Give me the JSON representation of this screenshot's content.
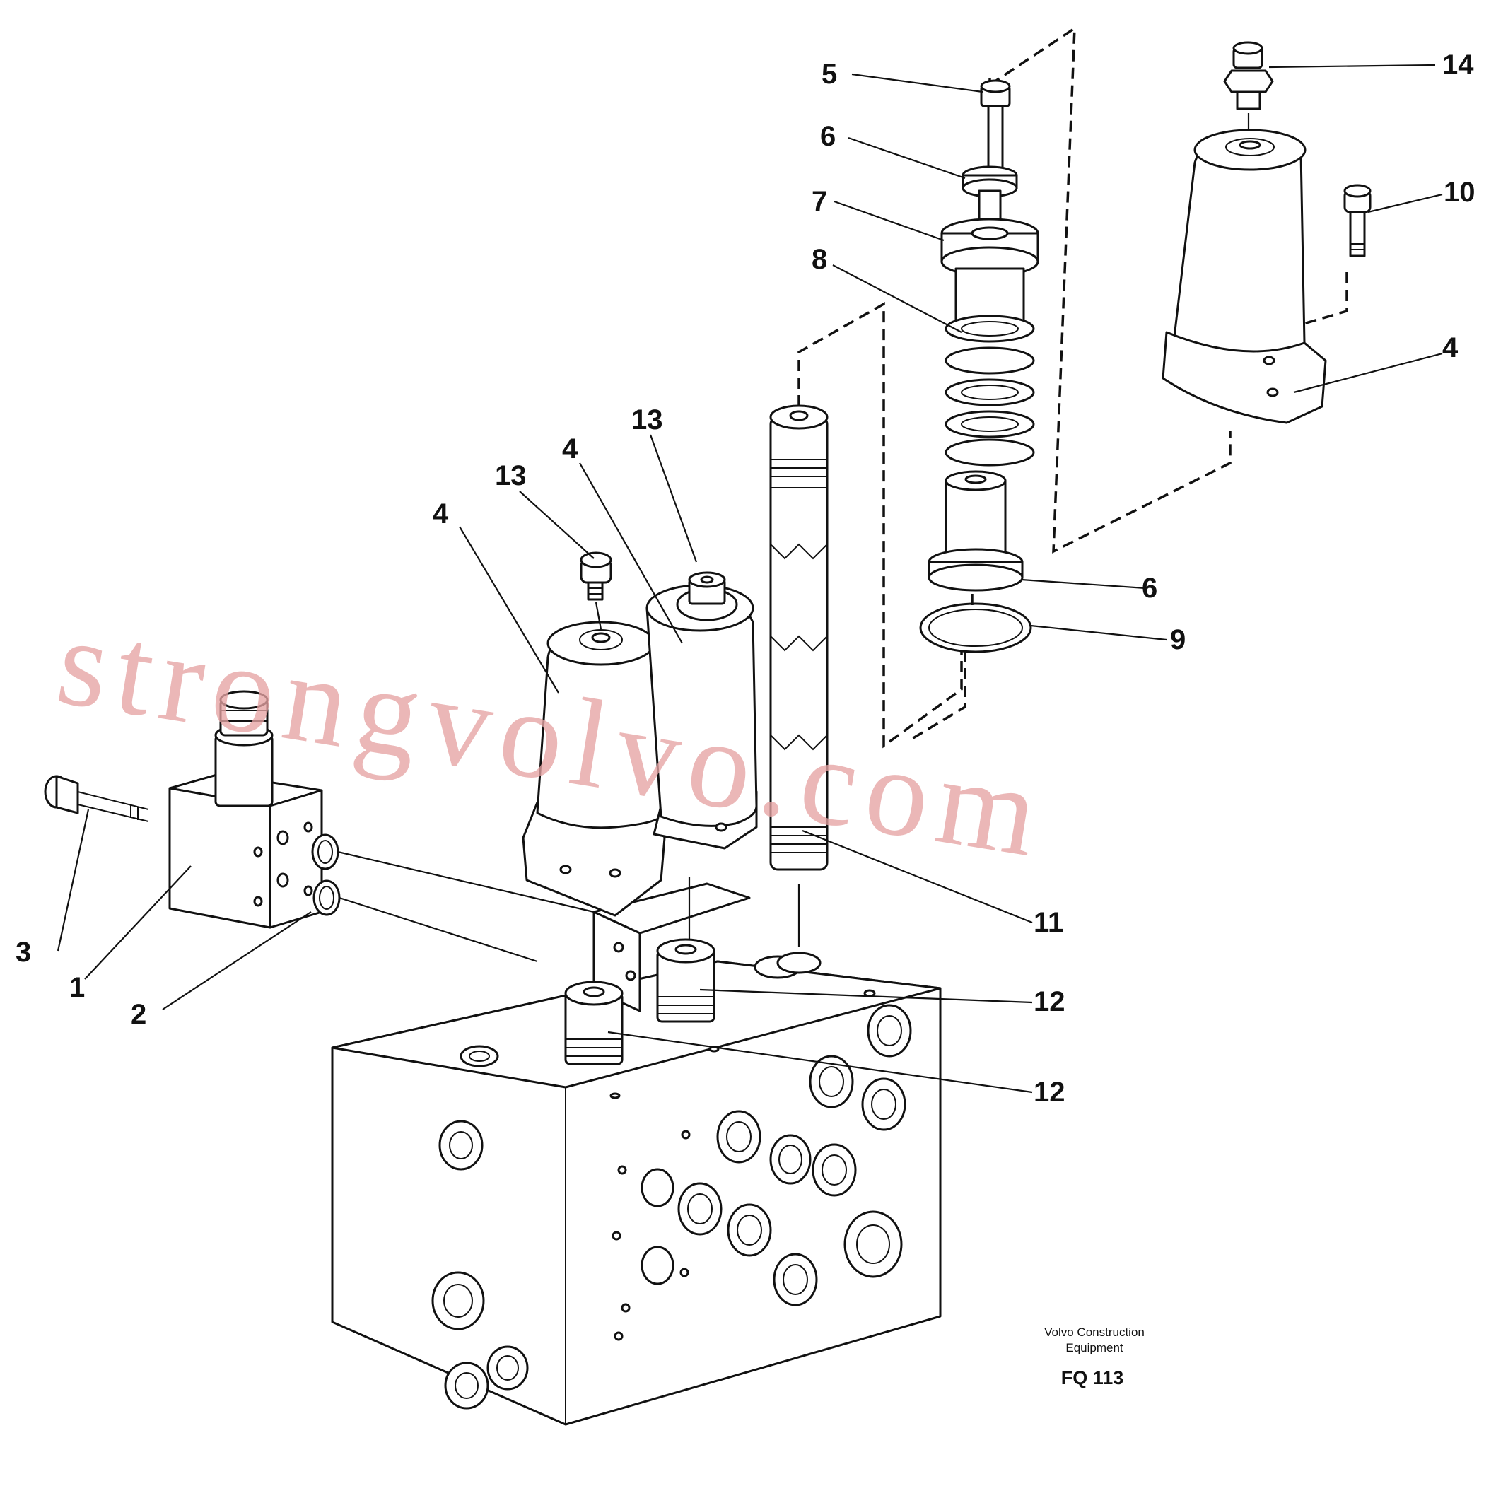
{
  "diagram": {
    "callouts": [
      {
        "id": "c1",
        "label": "1"
      },
      {
        "id": "c2",
        "label": "2"
      },
      {
        "id": "c3",
        "label": "3"
      },
      {
        "id": "c4a",
        "label": "4"
      },
      {
        "id": "c4b",
        "label": "4"
      },
      {
        "id": "c4c",
        "label": "4"
      },
      {
        "id": "c5",
        "label": "5"
      },
      {
        "id": "c6a",
        "label": "6"
      },
      {
        "id": "c6b",
        "label": "6"
      },
      {
        "id": "c7",
        "label": "7"
      },
      {
        "id": "c8",
        "label": "8"
      },
      {
        "id": "c9",
        "label": "9"
      },
      {
        "id": "c10",
        "label": "10"
      },
      {
        "id": "c11",
        "label": "11"
      },
      {
        "id": "c12a",
        "label": "12"
      },
      {
        "id": "c12b",
        "label": "12"
      },
      {
        "id": "c13a",
        "label": "13"
      },
      {
        "id": "c13b",
        "label": "13"
      },
      {
        "id": "c14",
        "label": "14"
      }
    ],
    "footer": {
      "brand_line1": "Volvo Construction",
      "brand_line2": "Equipment",
      "code": "FQ 113"
    },
    "watermark": "strongvolvo.com"
  }
}
